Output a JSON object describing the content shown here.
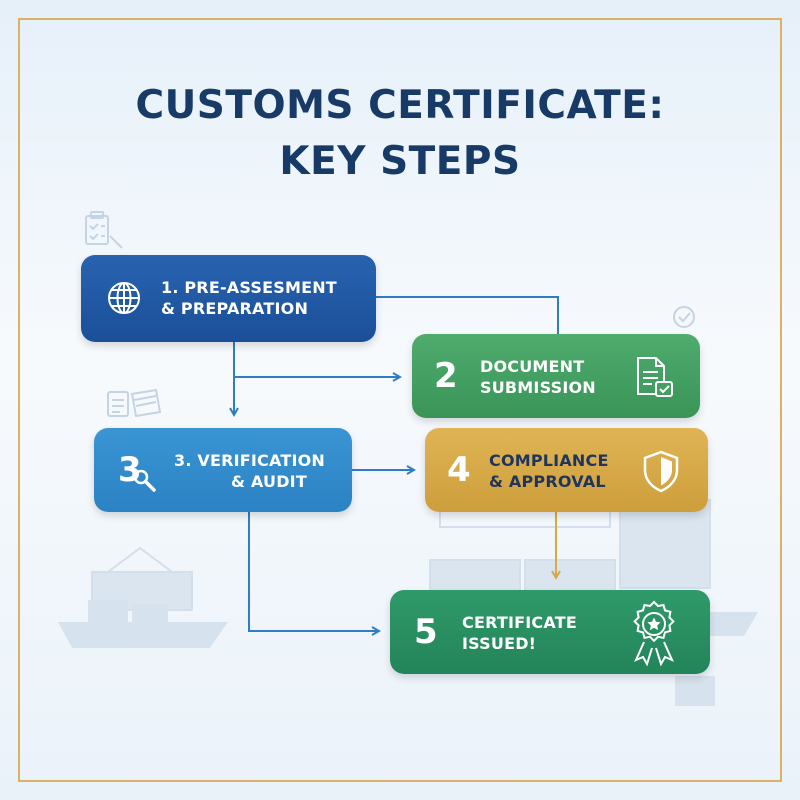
{
  "title": {
    "line1": "CUSTOMS CERTIFICATE:",
    "line2": "KEY STEPS"
  },
  "colors": {
    "step1": "#1f56a0",
    "step2": "#44a062",
    "step3": "#3089cb",
    "step4": "#d7aa48",
    "step5": "#289062",
    "title": "#173a67",
    "frame": "#d9b265",
    "arrow_blue": "#2f7ec4",
    "arrow_gold": "#d7aa48"
  },
  "steps": [
    {
      "id": 1,
      "number": "",
      "line1": "1. PRE-ASSESMENT",
      "line2": "& PREPARATION",
      "icon": "globe-icon"
    },
    {
      "id": 2,
      "number": "2",
      "line1": "DOCUMENT",
      "line2": "SUBMISSION",
      "icon": "document-check-icon"
    },
    {
      "id": 3,
      "number": "3",
      "line1": "3. VERIFICATION",
      "line2": "& AUDIT",
      "icon": "magnifier-icon"
    },
    {
      "id": 4,
      "number": "4",
      "line1": "COMPLIANCE",
      "line2": "& APPROVAL",
      "icon": "shield-icon"
    },
    {
      "id": 5,
      "number": "5",
      "line1": "CERTIFICATE",
      "line2": "ISSUED!",
      "icon": "award-rosette-icon"
    }
  ],
  "connections": [
    {
      "from": 1,
      "to": 2
    },
    {
      "from": 1,
      "to": 3
    },
    {
      "from": 3,
      "to": 4
    },
    {
      "from": 4,
      "to": 5
    },
    {
      "from": 3,
      "to": 5
    }
  ],
  "background_icons": [
    "clipboard-icon",
    "checkmark-circle-icon",
    "document-stack-icon",
    "cargo-ship-icon",
    "container-crane-icon"
  ]
}
